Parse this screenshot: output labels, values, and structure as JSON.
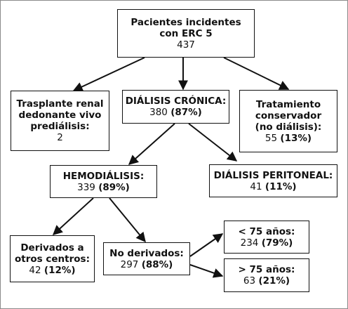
{
  "colors": {
    "stroke": "#111111",
    "border": "#8a8a8a",
    "background": "#ffffff"
  },
  "nodes": {
    "root": {
      "line1": "Pacientes incidentes",
      "line2": "con ERC 5",
      "value": "437"
    },
    "transplant": {
      "line1": "Trasplante renal",
      "line2": "dedonante vivo",
      "line3": "prediálisis:",
      "value": "2"
    },
    "chronic_dialysis": {
      "label": "DIÁLISIS CRÓNICA:",
      "value": "380",
      "pct": "(87%)"
    },
    "conservative": {
      "line1": "Tratamiento",
      "line2": "conservador",
      "line3": "(no diálisis):",
      "value": "55",
      "pct": "(13%)"
    },
    "hemodialysis": {
      "label": "HEMODIÁLISIS:",
      "value": "339",
      "pct": "(89%)"
    },
    "peritoneal": {
      "label": "DIÁLISIS PERITONEAL:",
      "value": "41",
      "pct": "(11%)"
    },
    "referred": {
      "line1": "Derivados a",
      "line2": "otros centros:",
      "value": "42",
      "pct": "(12%)"
    },
    "not_referred": {
      "label": "No derivados:",
      "value": "297",
      "pct": "(88%)"
    },
    "under75": {
      "label": "< 75 años:",
      "value": "234",
      "pct": "(79%)"
    },
    "over75": {
      "label": "> 75 años:",
      "value": "63",
      "pct": "(21%)"
    }
  }
}
